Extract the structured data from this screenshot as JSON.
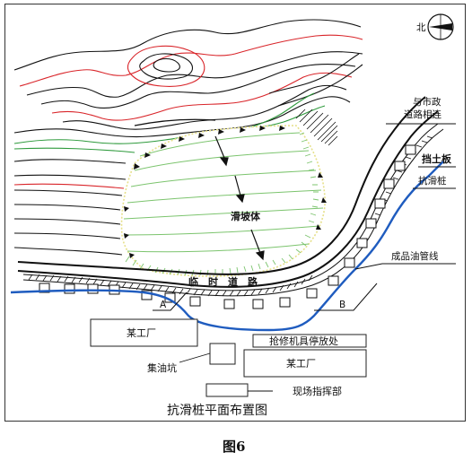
{
  "labels": {
    "road_connect_line1": "与市政",
    "road_connect_line2": "道路相连",
    "retaining_wall": "挡土板",
    "anti_slide_pile": "抗滑桩",
    "landslide": "滑坡体",
    "temp_road": "临　时　道　路",
    "oil_pipeline": "成品油管线",
    "point_a": "A",
    "point_b": "B",
    "factory_left": "某工厂",
    "repair_storage": "抢修机具停放处",
    "factory_right": "某工厂",
    "oil_sump": "集油坑",
    "command_post": "现场指挥部",
    "compass_n": "北"
  },
  "title": "抗滑桩平面布置图",
  "figure_caption": "图6",
  "colors": {
    "contour_black": "#111111",
    "contour_red": "#d9252a",
    "contour_green": "#2e9a3c",
    "slide_green": "#7cc46e",
    "slide_edge": "#e6e08a",
    "pipeline_blue": "#1f5cbf"
  }
}
